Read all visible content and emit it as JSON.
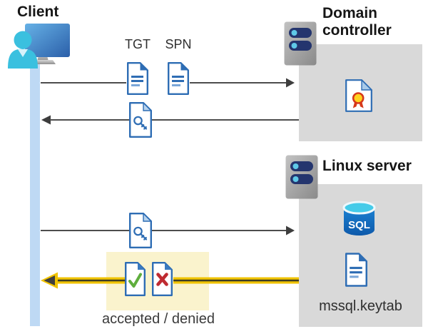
{
  "client": {
    "label": "Client",
    "icon": "client-user-monitor-icon"
  },
  "domain_controller": {
    "label": "Domain controller",
    "icon": "server-icon",
    "certificate_icon": "certificate-icon"
  },
  "linux_server": {
    "label": "Linux server",
    "icon": "server-icon",
    "sql_icon_label": "SQL",
    "keytab_filename": "mssql.keytab",
    "keytab_icon": "document-icon"
  },
  "flow": {
    "ticket_request": {
      "tgt_label": "TGT",
      "spn_label": "SPN",
      "icons": [
        "document-icon",
        "document-icon"
      ],
      "direction": "client-to-domain-controller"
    },
    "ticket_response": {
      "icon": "key-document-icon",
      "direction": "domain-controller-to-client"
    },
    "service_ticket_request": {
      "icon": "key-document-icon",
      "direction": "client-to-linux-server"
    },
    "auth_result": {
      "label": "accepted / denied",
      "icons": [
        "accepted-check-document-icon",
        "denied-cross-document-icon"
      ],
      "direction": "linux-server-to-client",
      "highlighted": true
    }
  },
  "colors": {
    "gray_box": "#d9d9d9",
    "lifeline_blue": "#bed9f4",
    "highlight_yellow": "#faf3cd",
    "arrow_gray": "#4d4d4d",
    "result_arrow_yellow": "#f0c300",
    "document_blue": "#2e6db4",
    "check_green": "#5fae3d",
    "cross_red": "#bf2b31",
    "sql_cyan": "#45cbe9",
    "sql_blue": "#1272c3"
  }
}
